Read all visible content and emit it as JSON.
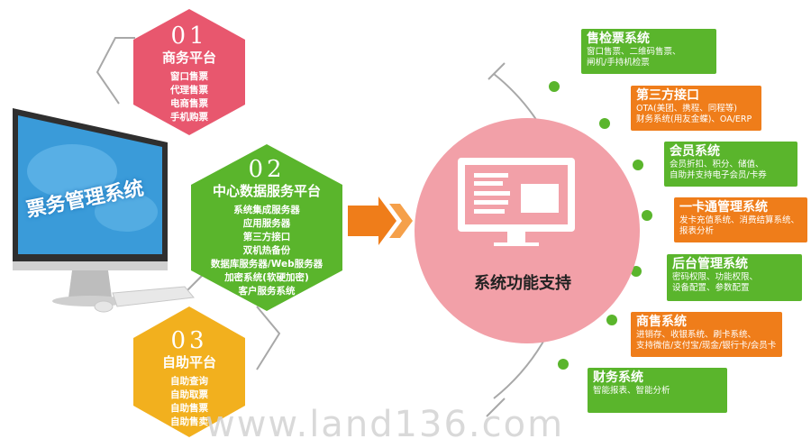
{
  "monitor": {
    "title": "票务管理系统"
  },
  "hexagons": [
    {
      "num": "01",
      "title": "商务平台",
      "items": [
        "窗口售票",
        "代理售票",
        "电商售票",
        "手机购票"
      ]
    },
    {
      "num": "02",
      "title": "中心数据服务平台",
      "items": [
        "系统集成服务器",
        "应用服务器",
        "第三方接口",
        "双机热备份",
        "数据库服务器/Web服务器",
        "加密系统(软硬加密)",
        "客户服务系统"
      ]
    },
    {
      "num": "03",
      "title": "自助平台",
      "items": [
        "自助查询",
        "自助取票",
        "自助售票",
        "自助售卖"
      ]
    }
  ],
  "center": {
    "label": "系统功能支持"
  },
  "modules": [
    {
      "title": "售检票系统",
      "desc": [
        "窗口售票、二维码售票、",
        "闸机/手持机检票"
      ]
    },
    {
      "title": "第三方接口",
      "desc": [
        "OTA(美团、携程、同程等)",
        "财务系统(用友金蝶)、OA/ERP"
      ]
    },
    {
      "title": "会员系统",
      "desc": [
        "会员折扣、积分、储值、",
        "自助并支持电子会员/卡券"
      ]
    },
    {
      "title": "一卡通管理系统",
      "desc": [
        "发卡充值系统、消费结算系统、",
        "报表分析"
      ]
    },
    {
      "title": "后台管理系统",
      "desc": [
        "密码权限、功能权限、",
        "设备配置、参数配置"
      ]
    },
    {
      "title": "商售系统",
      "desc": [
        "进销存、收银系统、刷卡系统、",
        "支持微信/支付宝/现金/银行卡/会员卡"
      ]
    },
    {
      "title": "财务系统",
      "desc": [
        "智能报表、智能分析"
      ]
    }
  ],
  "watermark": "www.land136.com",
  "colors": {
    "pink": "#e8576e",
    "green": "#5ab52c",
    "orange": "#ef7d1a",
    "yellow": "#f2b01e",
    "gray_line": "#a8a8a8"
  }
}
